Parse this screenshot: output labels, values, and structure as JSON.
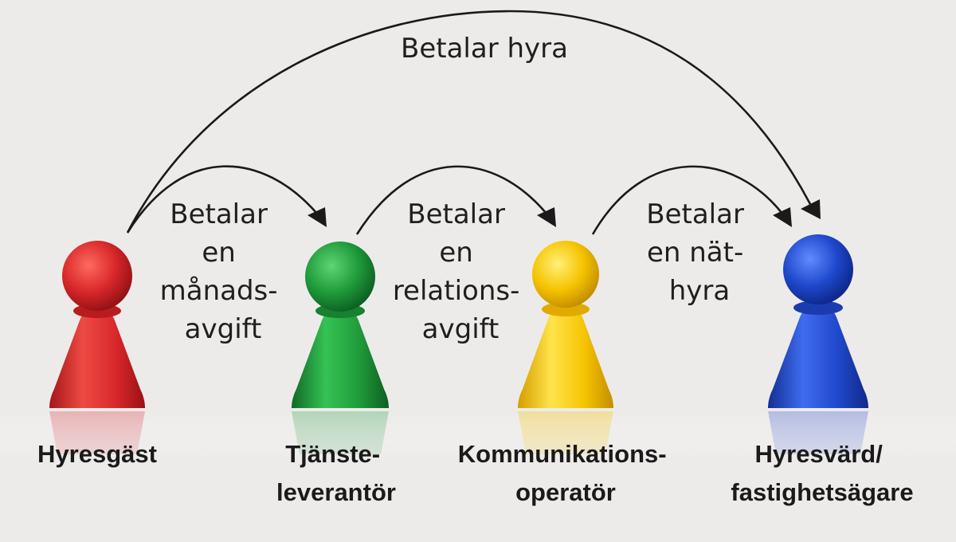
{
  "colors": {
    "background": "#edebea",
    "red": "#d8272a",
    "green": "#1f9b3a",
    "yellow": "#f5c400",
    "blue": "#1f48cc"
  },
  "top_arrow": {
    "label": "Betalar hyra"
  },
  "arrows": [
    {
      "lines": [
        "Betalar",
        "en",
        "månads-",
        "avgift"
      ]
    },
    {
      "lines": [
        "Betalar",
        "en",
        "relations-",
        "avgift"
      ]
    },
    {
      "lines": [
        "Betalar",
        "en nät-",
        "hyra"
      ]
    }
  ],
  "actors": [
    {
      "lines": [
        "Hyresgäst"
      ],
      "color": "red"
    },
    {
      "lines": [
        "Tjänste-",
        "leverantör"
      ],
      "color": "green"
    },
    {
      "lines": [
        "Kommunikations-",
        "operatör"
      ],
      "color": "yellow"
    },
    {
      "lines": [
        "Hyresvärd/",
        "fastighetsägare"
      ],
      "color": "blue"
    }
  ]
}
